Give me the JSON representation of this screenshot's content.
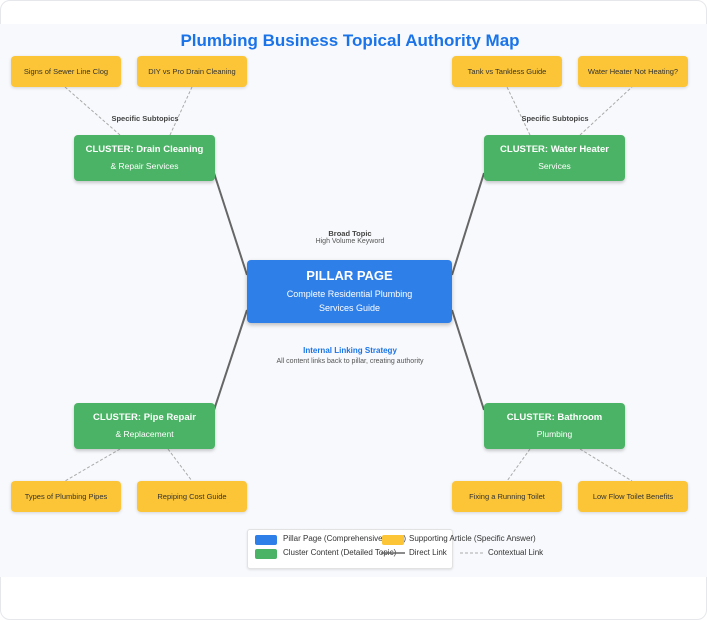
{
  "title": "Plumbing Business Topical Authority Map",
  "colors": {
    "pillar": "#2f7fe8",
    "cluster": "#4bb365",
    "supporting": "#fcc537",
    "title": "#1a73e8",
    "direct_link": "#666666",
    "contextual_link": "#aaaaaa"
  },
  "pillar": {
    "title": "PILLAR PAGE",
    "subtitle_line1": "Complete Residential Plumbing",
    "subtitle_line2": "Services Guide"
  },
  "notes": {
    "broad_topic": "Broad Topic",
    "high_volume": "High Volume Keyword",
    "linking_strategy": "Internal Linking Strategy",
    "linking_desc": "All content links back to pillar, creating authority",
    "specific_subtopics_left": "Specific Subtopics",
    "specific_subtopics_right": "Specific Subtopics"
  },
  "clusters": {
    "drain": {
      "title": "CLUSTER: Drain Cleaning",
      "sub": "& Repair Services"
    },
    "water_heater": {
      "title": "CLUSTER: Water Heater",
      "sub": "Services"
    },
    "pipe": {
      "title": "CLUSTER: Pipe Repair",
      "sub": "& Replacement"
    },
    "bathroom": {
      "title": "CLUSTER: Bathroom",
      "sub": "Plumbing"
    }
  },
  "supporting": {
    "sewer": "Signs of Sewer Line Clog",
    "diy": "DIY vs Pro Drain Cleaning",
    "tank": "Tank vs Tankless Guide",
    "not_heating": "Water Heater Not Heating?",
    "pipes_types": "Types of Plumbing Pipes",
    "repiping": "Repiping Cost Guide",
    "toilet": "Fixing a Running Toilet",
    "low_flow": "Low Flow Toilet Benefits"
  },
  "legend": {
    "pillar": "Pillar Page (Comprehensive Topic)",
    "supporting": "Supporting Article (Specific Answer)",
    "cluster": "Cluster Content (Detailed Topic)",
    "direct": "Direct Link",
    "contextual": "Contextual Link"
  }
}
